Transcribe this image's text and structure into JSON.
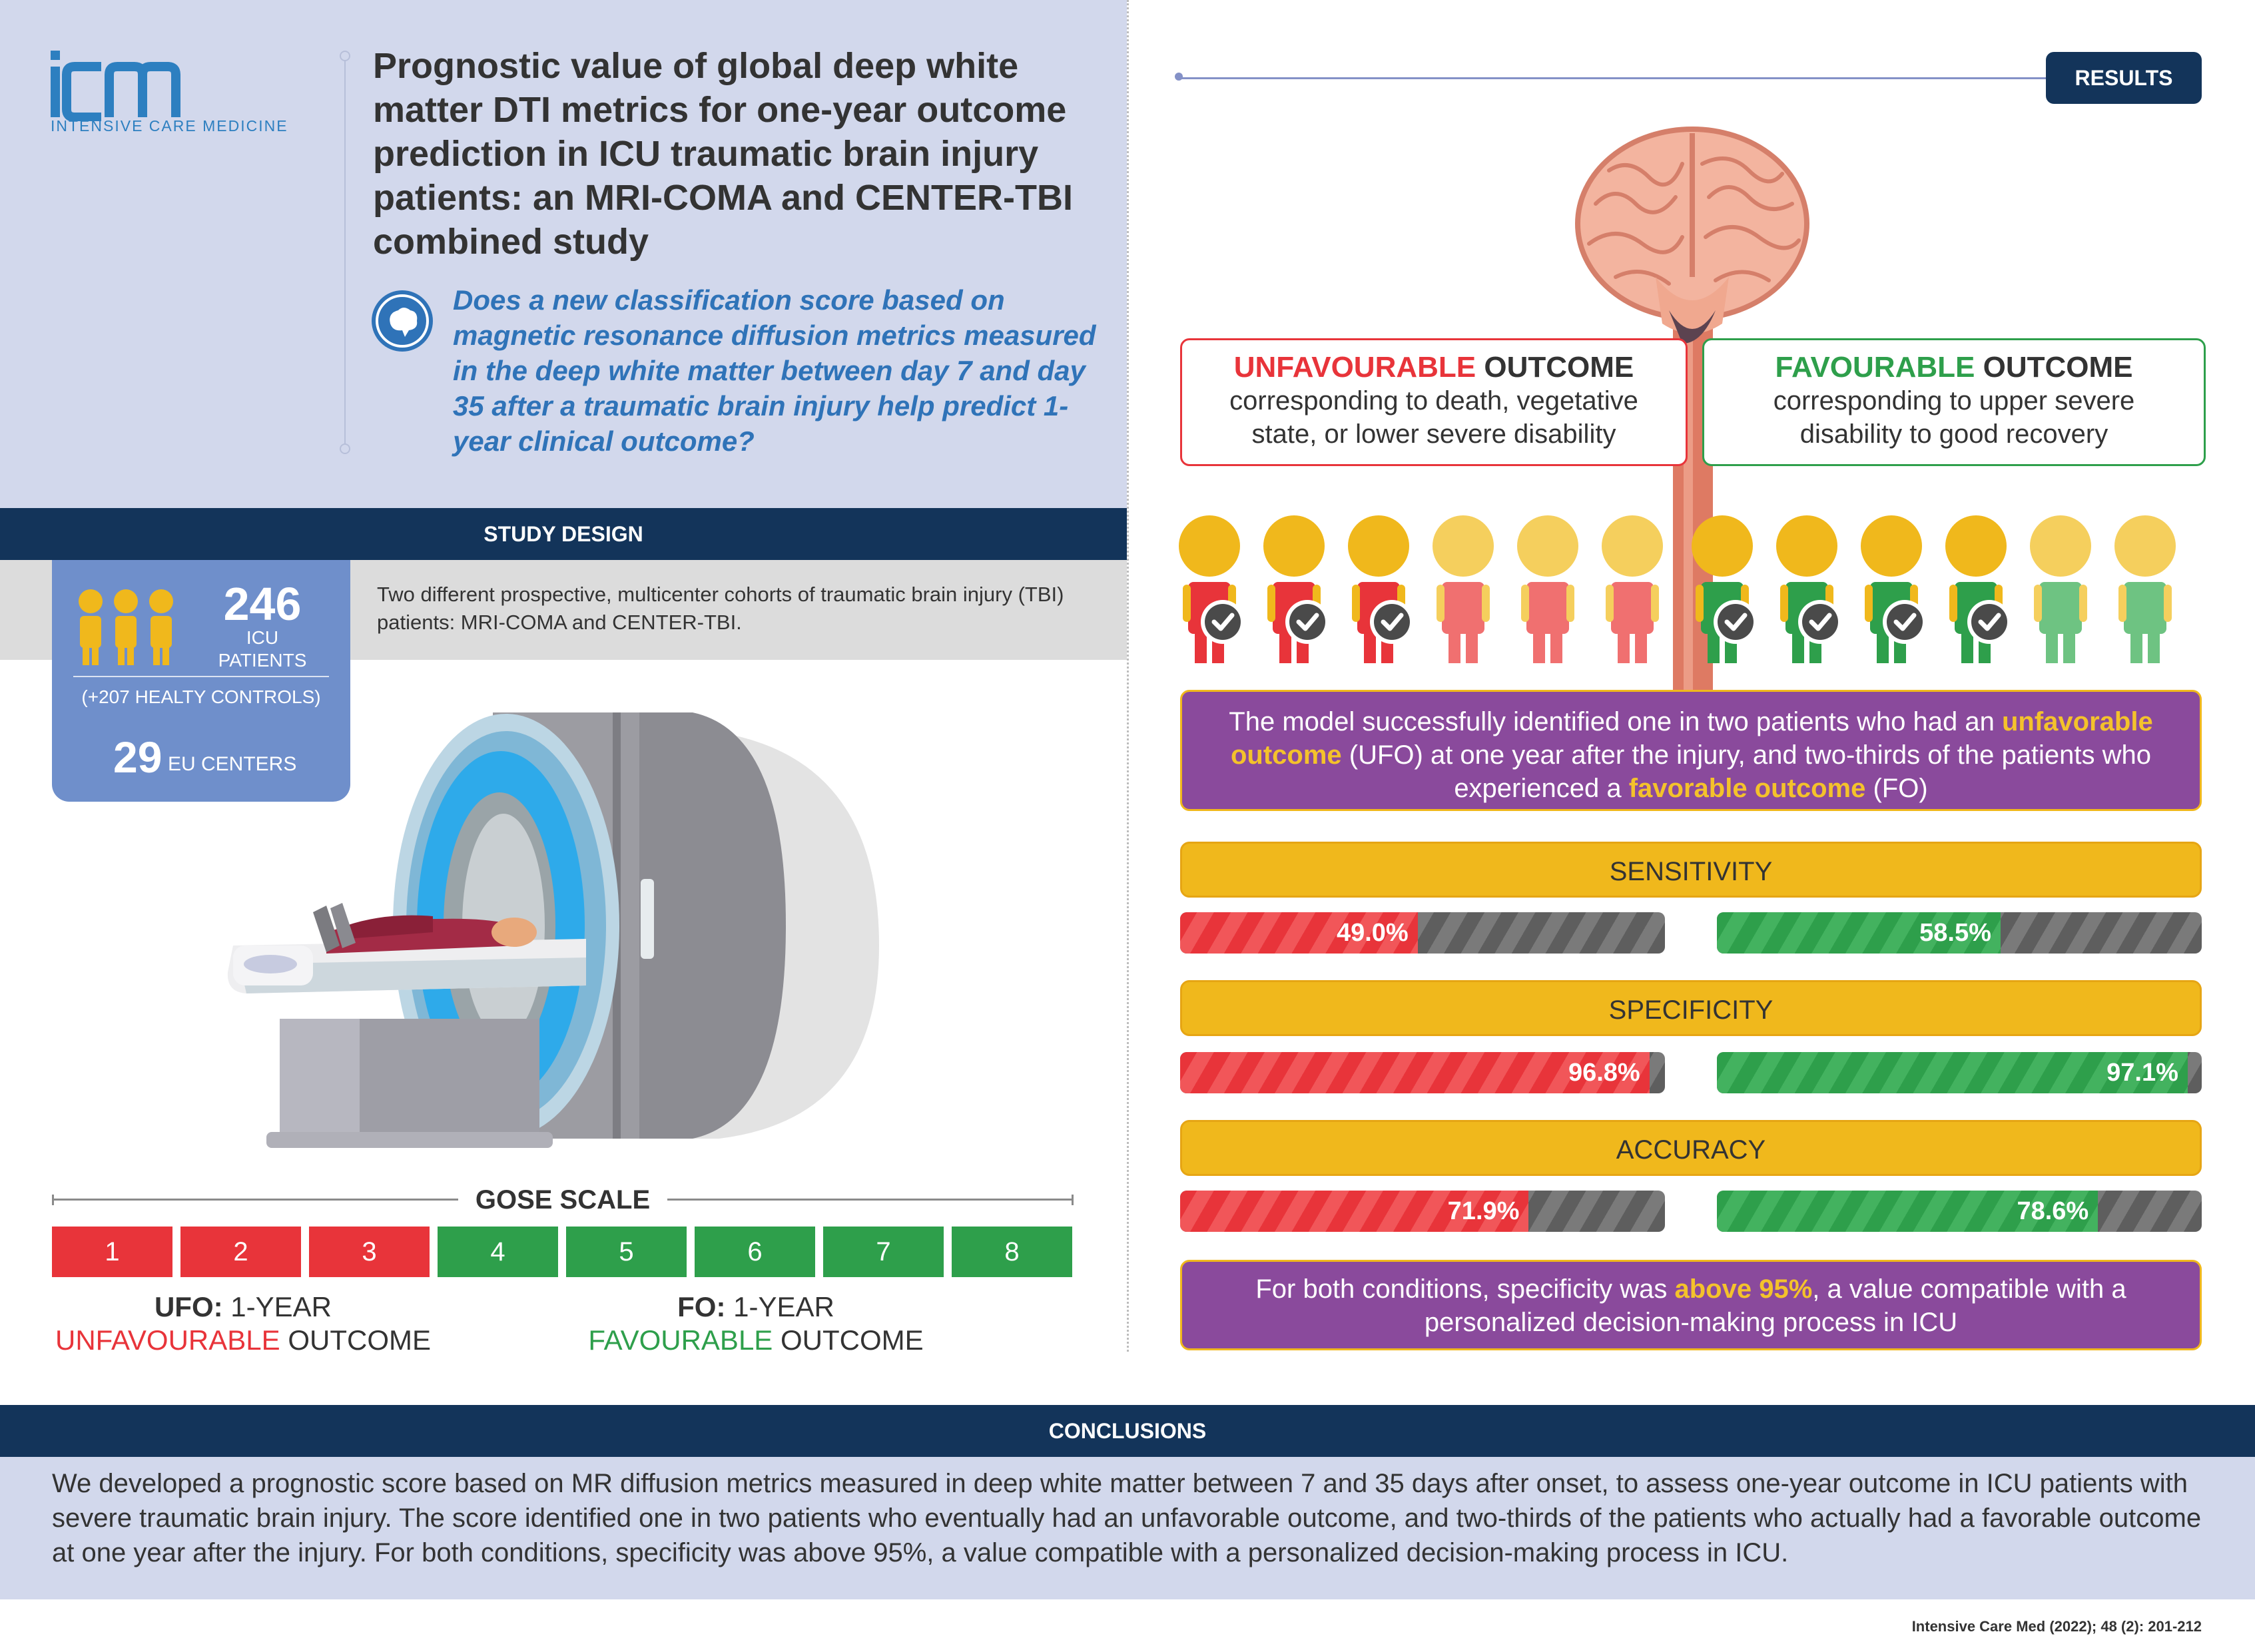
{
  "logo": {
    "mark": "icm",
    "name": "INTENSIVE CARE MEDICINE"
  },
  "title": "Prognostic value of global deep white matter DTI metrics for one-year outcome prediction in ICU traumatic brain injury patients: an MRI-COMA and CENTER-TBI combined study",
  "question": "Does a new classification score based on magnetic resonance diffusion metrics measured in the deep white matter between day 7 and day 35 after a traumatic brain injury help predict 1-year clinical outcome?",
  "study_design": {
    "header": "STUDY DESIGN",
    "text": "Two different prospective, multicenter cohorts of traumatic brain injury (TBI) patients: MRI-COMA and CENTER-TBI.",
    "patients_number": "246",
    "patients_label_1": "ICU",
    "patients_label_2": "PATIENTS",
    "controls": "(+207 HEALTY CONTROLS)",
    "centers_number": "29",
    "centers_label": "EU CENTERS"
  },
  "gose": {
    "title": "GOSE SCALE",
    "levels": [
      "1",
      "2",
      "3",
      "4",
      "5",
      "6",
      "7",
      "8"
    ],
    "ufo_prefix": "UFO:",
    "ufo_year": "1-YEAR",
    "ufo_word": "UNFAVOURABLE",
    "ufo_outcome": "OUTCOME",
    "fo_prefix": "FO:",
    "fo_year": "1-YEAR",
    "fo_word": "FAVOURABLE",
    "fo_outcome": "OUTCOME"
  },
  "results": {
    "header": "RESULTS",
    "ufo_box": {
      "head_colored": "UNFAVOURABLE",
      "head_rest": "OUTCOME",
      "desc_1": "corresponding to death, vegetative",
      "desc_2": "state, or lower severe disability"
    },
    "fo_box": {
      "head_colored": "FAVOURABLE",
      "head_rest": "OUTCOME",
      "desc_1": "corresponding to upper severe",
      "desc_2": "disability to good recovery"
    },
    "model_text": {
      "p1": "The model successfully identified one in two patients who had an ",
      "h1": "unfavorable outcome",
      "p2": " (UFO) at one year after the injury, and two-thirds of the patients who experienced a ",
      "h2": "favorable outcome",
      "p3": " (FO)"
    },
    "metrics": [
      {
        "name": "SENSITIVITY",
        "ufo": 49.0,
        "ufo_label": "49.0%",
        "fo": 58.5,
        "fo_label": "58.5%"
      },
      {
        "name": "SPECIFICITY",
        "ufo": 96.8,
        "ufo_label": "96.8%",
        "fo": 97.1,
        "fo_label": "97.1%"
      },
      {
        "name": "ACCURACY",
        "ufo": 71.9,
        "ufo_label": "71.9%",
        "fo": 78.6,
        "fo_label": "78.6%"
      }
    ],
    "specificity_text": {
      "p1": "For both conditions, specificity was ",
      "h1": "above 95%",
      "p2": ", a value compatible with a personalized decision-making process in ICU"
    }
  },
  "conclusions": {
    "header": "CONCLUSIONS",
    "text": "We developed a prognostic score based on MR diffusion metrics measured in deep white matter between 7 and 35 days after onset, to assess one-year outcome in ICU patients with severe traumatic brain injury. The score identified one in two patients who eventually had an unfavorable outcome, and two-thirds of the patients who actually had a favorable outcome at one year after the injury. For both conditions, specificity was above 95%, a value compatible with a personalized decision-making process in ICU."
  },
  "citation": "Intensive Care Med (2022); 48 (2): 201-212",
  "colors": {
    "navy": "#13345a",
    "red": "#e8343a",
    "green": "#2e9f4b",
    "purple": "#8a4a9c",
    "yellow": "#f0b81c",
    "lavender": "#d2d8ec"
  }
}
